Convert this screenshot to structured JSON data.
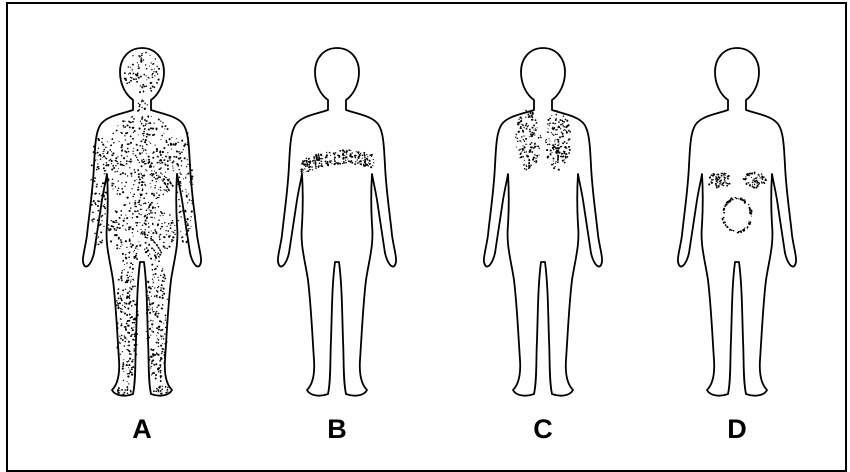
{
  "figures": [
    {
      "id": "A",
      "label": "A"
    },
    {
      "id": "B",
      "label": "B"
    },
    {
      "id": "C",
      "label": "C"
    },
    {
      "id": "D",
      "label": "D"
    }
  ],
  "colors": {
    "outline": "#000000",
    "stipple": "#000000",
    "background": "#ffffff"
  }
}
